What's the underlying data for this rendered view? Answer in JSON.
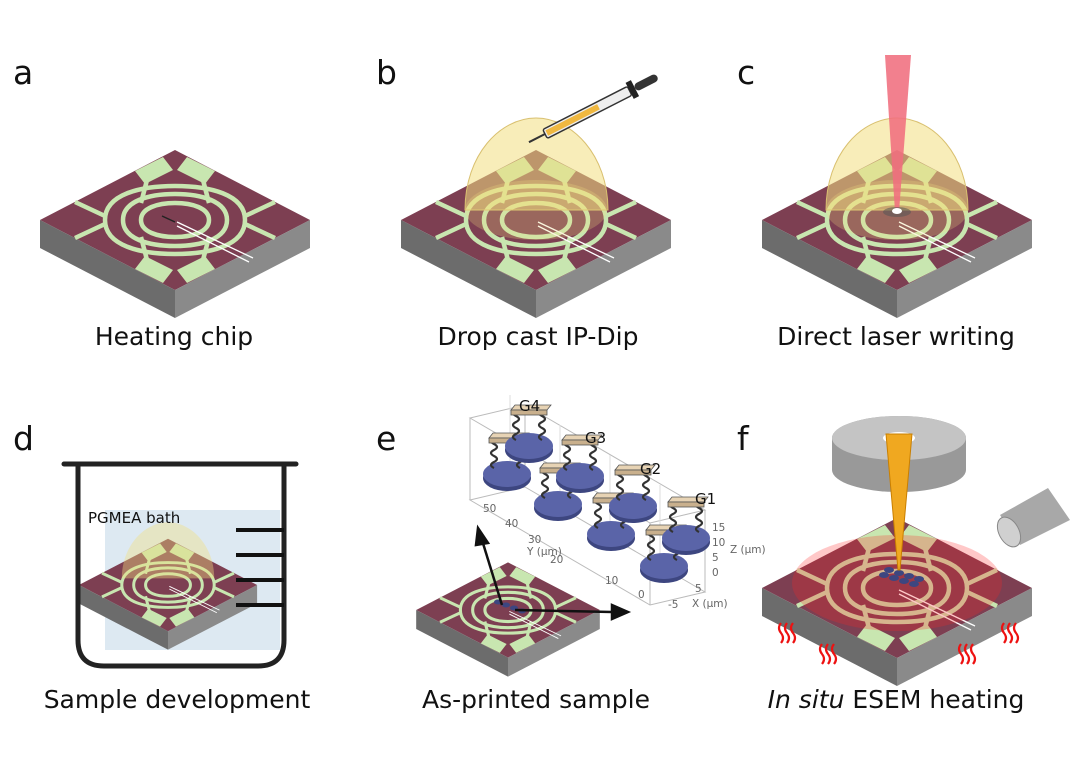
{
  "panels": [
    {
      "letter": "a",
      "caption": "Heating chip"
    },
    {
      "letter": "b",
      "caption": "Drop cast IP-Dip"
    },
    {
      "letter": "c",
      "caption": "Direct laser writing"
    },
    {
      "letter": "d",
      "caption": "Sample development",
      "bath_label": "PGMEA bath"
    },
    {
      "letter": "e",
      "caption": "As-printed sample"
    },
    {
      "letter": "f",
      "caption_italic": "In situ",
      "caption_rest": " ESEM heating"
    }
  ],
  "lattice_groups": [
    "G1",
    "G2",
    "G3",
    "G4"
  ],
  "axes": {
    "y_label": "Y (µm)",
    "y_ticks": [
      "0",
      "10",
      "20",
      "30",
      "40",
      "50"
    ],
    "z_label": "Z (µm)",
    "z_ticks": [
      "15",
      "10",
      "5",
      "0"
    ],
    "x_label": "X (µm)",
    "x_ticks": [
      "5",
      "-5"
    ]
  },
  "colors": {
    "chip_top": "#7d3f52",
    "chip_side_left": "#6c6c6c",
    "chip_side_right": "#8a8a8a",
    "electrode": "#c8e6b0",
    "droplet": "#f2df80",
    "laser": "#f06e7e",
    "ebeam": "#f0a820",
    "pillar_base": "#4a5390",
    "heat_symbol": "#ee1111"
  }
}
